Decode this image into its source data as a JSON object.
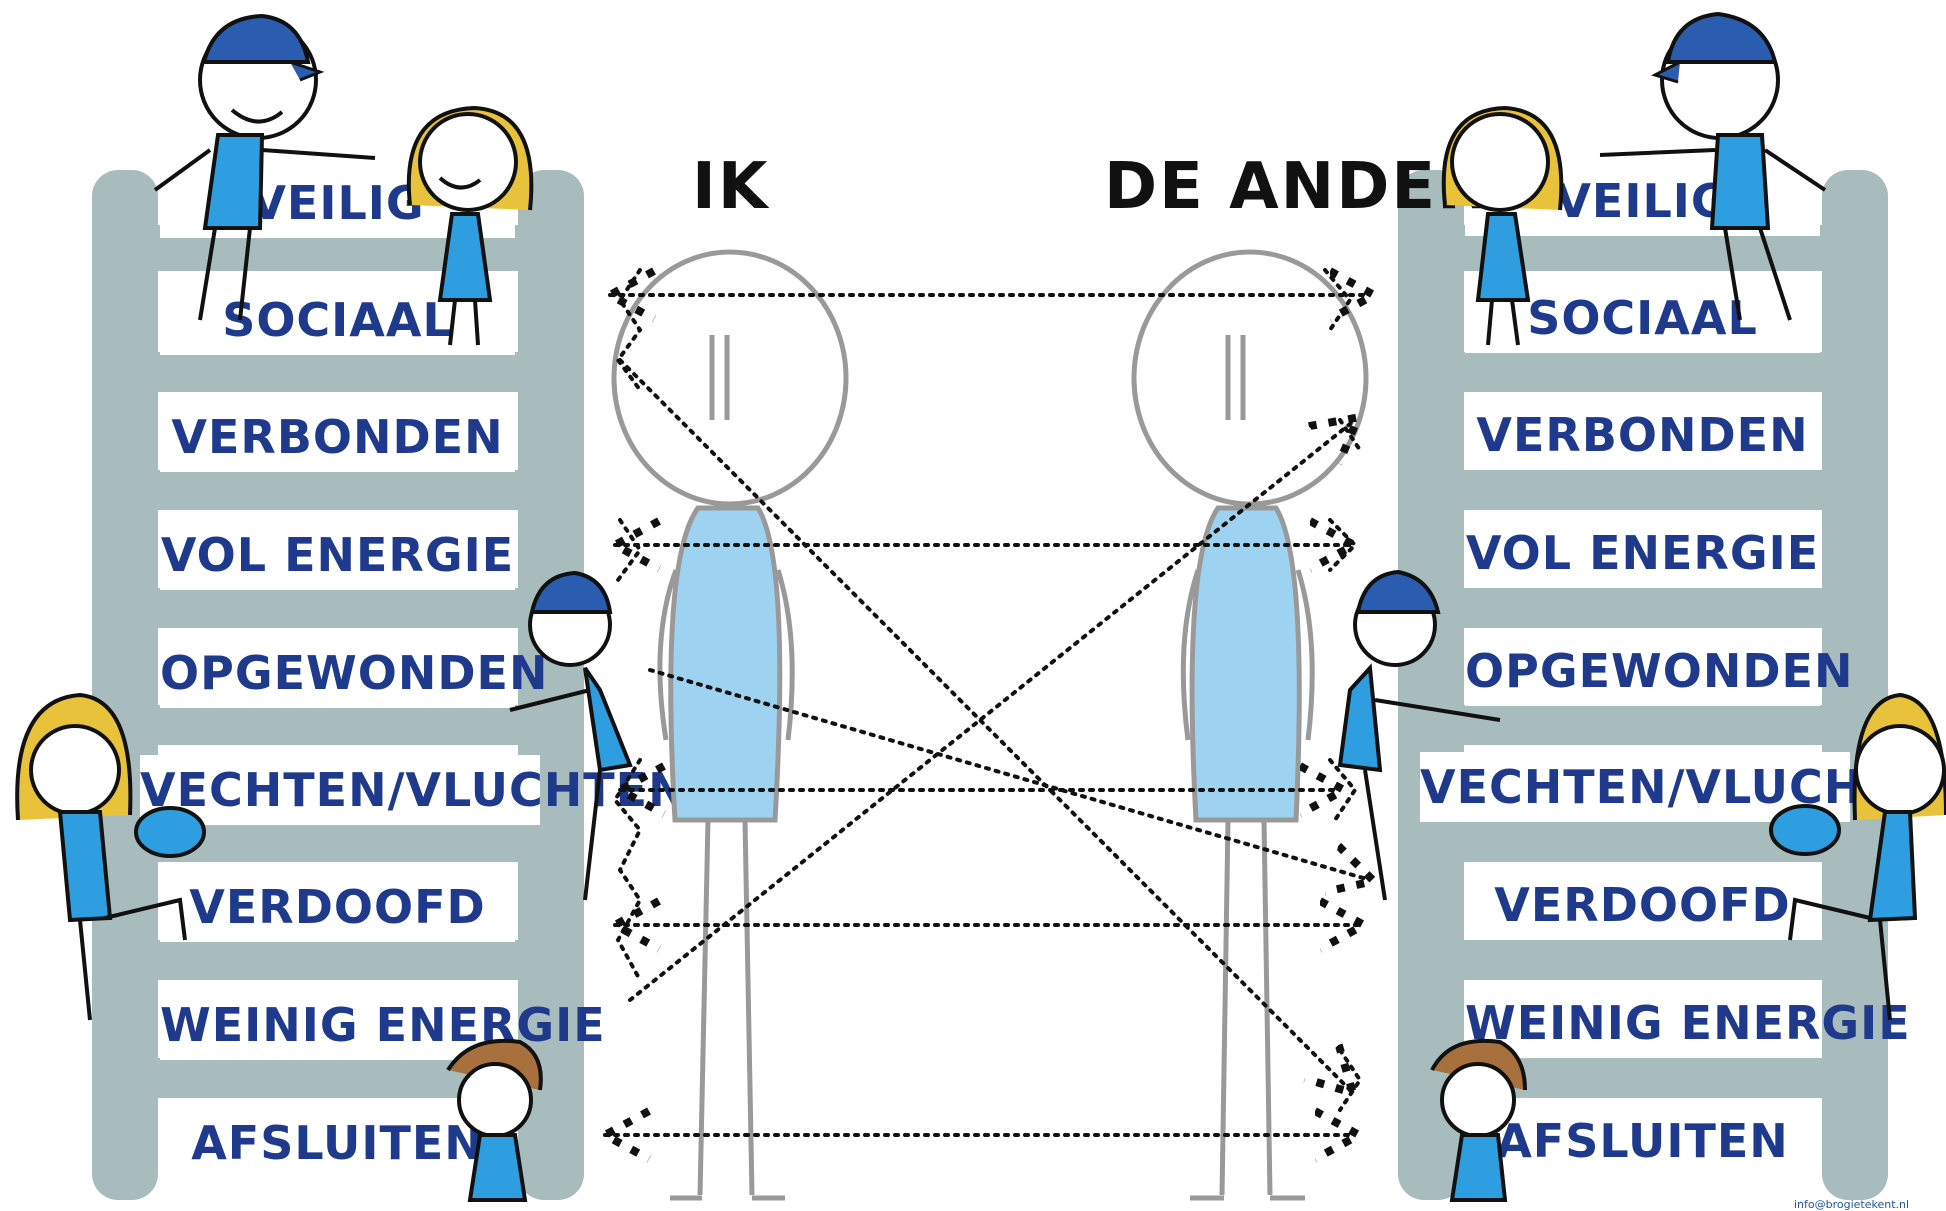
{
  "titles": {
    "left": "IK",
    "right": "DE ANDER"
  },
  "ladder_labels": [
    "VEILIG",
    "SOCIAAL",
    "VERBONDEN",
    "VOL ENERGIE",
    "OPGEWONDEN",
    "VECHTEN/VLUCHTEN",
    "VERDOOFD",
    "WEINIG ENERGIE",
    "AFSLUITEN"
  ],
  "colors": {
    "ladder": "#a9bcbd",
    "label_text": "#1f3a8c",
    "shirt_light": "#9dd3f0",
    "shirt_blue": "#2e9ee0",
    "cap": "#2a5db0",
    "hair_blonde": "#e8c23a",
    "hair_brown": "#a8703c",
    "outline": "#111111",
    "figure_outline": "#999999"
  },
  "credit": "info@brogietekent.nl"
}
